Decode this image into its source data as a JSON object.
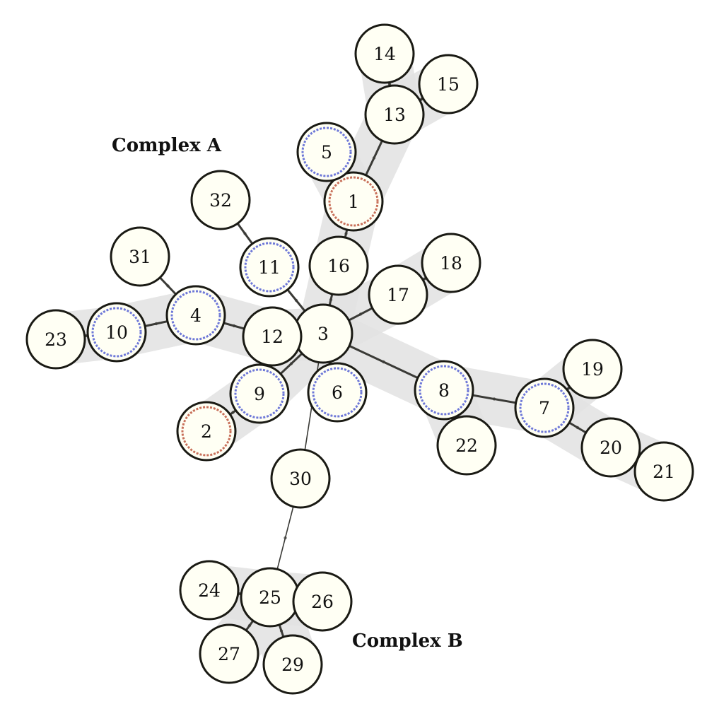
{
  "complexes": [
    {
      "id": "A",
      "label": "Complex A"
    },
    {
      "id": "B",
      "label": "Complex B"
    }
  ],
  "nodes": [
    {
      "id": "1",
      "label": "1",
      "ring": "red"
    },
    {
      "id": "2",
      "label": "2",
      "ring": "red"
    },
    {
      "id": "3",
      "label": "3",
      "ring": "none"
    },
    {
      "id": "4",
      "label": "4",
      "ring": "blue"
    },
    {
      "id": "5",
      "label": "5",
      "ring": "blue"
    },
    {
      "id": "6",
      "label": "6",
      "ring": "blue"
    },
    {
      "id": "7",
      "label": "7",
      "ring": "blue"
    },
    {
      "id": "8",
      "label": "8",
      "ring": "blue"
    },
    {
      "id": "9",
      "label": "9",
      "ring": "blue"
    },
    {
      "id": "10",
      "label": "10",
      "ring": "blue"
    },
    {
      "id": "11",
      "label": "11",
      "ring": "blue"
    },
    {
      "id": "12",
      "label": "12",
      "ring": "none"
    },
    {
      "id": "13",
      "label": "13",
      "ring": "none"
    },
    {
      "id": "14",
      "label": "14",
      "ring": "none"
    },
    {
      "id": "15",
      "label": "15",
      "ring": "none"
    },
    {
      "id": "16",
      "label": "16",
      "ring": "none"
    },
    {
      "id": "17",
      "label": "17",
      "ring": "none"
    },
    {
      "id": "18",
      "label": "18",
      "ring": "none"
    },
    {
      "id": "19",
      "label": "19",
      "ring": "none"
    },
    {
      "id": "20",
      "label": "20",
      "ring": "none"
    },
    {
      "id": "21",
      "label": "21",
      "ring": "none"
    },
    {
      "id": "22",
      "label": "22",
      "ring": "none"
    },
    {
      "id": "23",
      "label": "23",
      "ring": "none"
    },
    {
      "id": "24",
      "label": "24",
      "ring": "none"
    },
    {
      "id": "25",
      "label": "25",
      "ring": "none"
    },
    {
      "id": "26",
      "label": "26",
      "ring": "none"
    },
    {
      "id": "27",
      "label": "27",
      "ring": "none"
    },
    {
      "id": "29",
      "label": "29",
      "ring": "none"
    },
    {
      "id": "30",
      "label": "30",
      "ring": "none"
    },
    {
      "id": "31",
      "label": "31",
      "ring": "none"
    },
    {
      "id": "32",
      "label": "32",
      "ring": "none"
    }
  ],
  "edges": [
    [
      "3",
      "12"
    ],
    [
      "12",
      "4"
    ],
    [
      "4",
      "10"
    ],
    [
      "10",
      "23"
    ],
    [
      "4",
      "31"
    ],
    [
      "3",
      "11"
    ],
    [
      "11",
      "32"
    ],
    [
      "3",
      "16"
    ],
    [
      "16",
      "1"
    ],
    [
      "1",
      "5"
    ],
    [
      "1",
      "13"
    ],
    [
      "13",
      "14"
    ],
    [
      "13",
      "15"
    ],
    [
      "3",
      "17"
    ],
    [
      "17",
      "18"
    ],
    [
      "3",
      "9"
    ],
    [
      "9",
      "2"
    ],
    [
      "3",
      "6"
    ],
    [
      "3",
      "8"
    ],
    [
      "8",
      "22"
    ],
    [
      "8",
      "7"
    ],
    [
      "7",
      "19"
    ],
    [
      "7",
      "20"
    ],
    [
      "20",
      "21"
    ],
    [
      "3",
      "30"
    ],
    [
      "30",
      "25"
    ],
    [
      "25",
      "24"
    ],
    [
      "25",
      "26"
    ],
    [
      "25",
      "27"
    ],
    [
      "25",
      "29"
    ]
  ],
  "colors": {
    "node_fill": "#fffff4",
    "node_stroke": "#1a1a14",
    "edge": "#3a3a36",
    "group_band": "#e2e2e2",
    "ring_blue": "#6e78d8",
    "ring_red": "#c8705a"
  }
}
